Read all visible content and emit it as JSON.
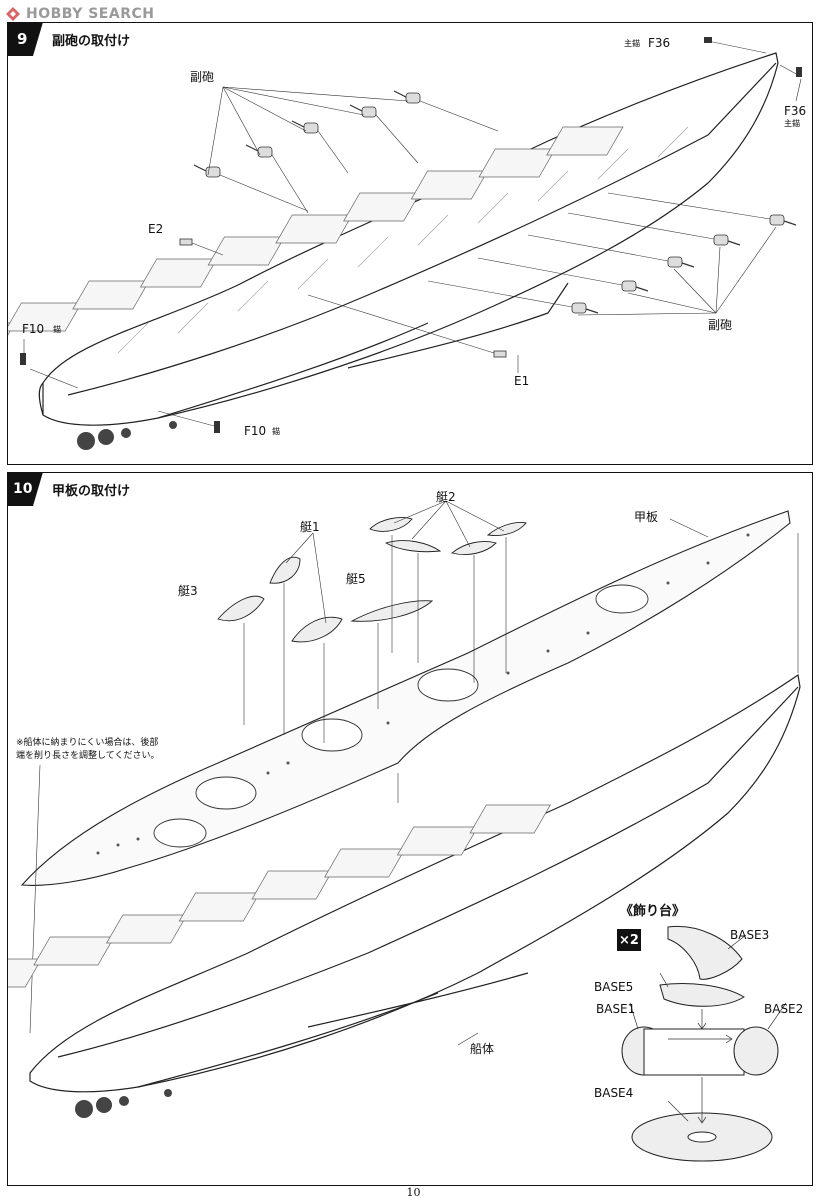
{
  "watermark": {
    "brand": "HOBBY SEARCH"
  },
  "step9": {
    "number": "9",
    "title": "副砲の取付け",
    "labels": {
      "secondary_guns_top": "副砲",
      "secondary_guns_right": "副砲",
      "e2": "E2",
      "e1": "E1",
      "f10_left": "F10",
      "f10_left_sub": "錨",
      "f10_bottom": "F10",
      "f10_bottom_sub": "錨",
      "f36_top_sub": "主錨",
      "f36_top": "F36",
      "f36_right": "F36",
      "f36_right_sub": "主錨"
    }
  },
  "step10": {
    "number": "10",
    "title": "甲板の取付け",
    "labels": {
      "boat2": "艇2",
      "boat1": "艇1",
      "boat3": "艇3",
      "boat5": "艇5",
      "deck": "甲板",
      "hull": "船体",
      "stand_title": "《飾り台》",
      "times2": "×2",
      "base3": "BASE3",
      "base5": "BASE5",
      "base1": "BASE1",
      "base2": "BASE2",
      "base4": "BASE4"
    },
    "note": "※船体に納まりにくい場合は、後部端を削り長さを調整してください。"
  },
  "page_number": "10"
}
